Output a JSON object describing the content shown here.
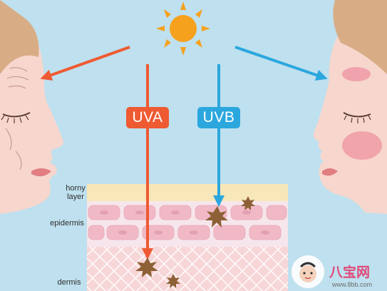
{
  "labels": {
    "uva": "UVA",
    "uvb": "UVB",
    "horny_layer": "horny\nlayer",
    "epidermis": "epidermis",
    "dermis": "dermis"
  },
  "watermark": {
    "brand": "八宝网",
    "url": "www.8bb.com"
  },
  "colors": {
    "background": "#bfe0ee",
    "uva": "#ee5a32",
    "uvb": "#2ba7de",
    "sun": "#f6a11d",
    "skin": "#f7d6cd",
    "horny_layer": "#f8e7b8",
    "cell": "#f1b9c6",
    "dermis": "#f7d6d8",
    "hair": "#d8ad86",
    "burst": "#8e6036"
  }
}
